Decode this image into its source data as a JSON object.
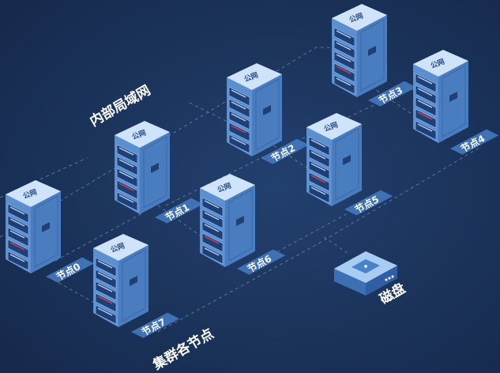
{
  "diagram_title_lan": "内部局域网",
  "diagram_title_cluster": "集群各节点",
  "server_top_label": "公网",
  "disk_label": "磁盘",
  "nodes": [
    {
      "id": "node0",
      "label": "节点0"
    },
    {
      "id": "node1",
      "label": "节点1"
    },
    {
      "id": "node2",
      "label": "节点2"
    },
    {
      "id": "node3",
      "label": "节点3"
    },
    {
      "id": "node4",
      "label": "节点4"
    },
    {
      "id": "node5",
      "label": "节点5"
    },
    {
      "id": "node6",
      "label": "节点6"
    },
    {
      "id": "node7",
      "label": "节点7"
    }
  ],
  "colors": {
    "background": "#1a2f55",
    "server_top": "#cfe3fb",
    "server_front": "#5b8fd0",
    "server_side": "#4a7cc0",
    "tag": "#3f72b5",
    "accent_red": "#d9404a"
  }
}
